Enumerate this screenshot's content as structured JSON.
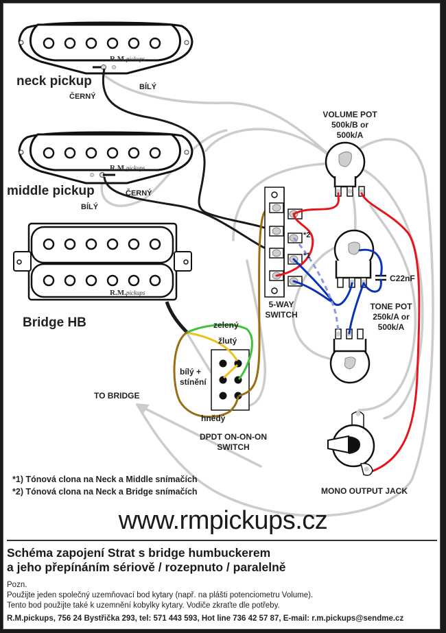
{
  "colors": {
    "hot": "#e8141c",
    "tone": "#0a33b8",
    "tone_dashed": "#8c95e6",
    "ground": "#cccccc",
    "pickup_lead": "#1a1a1a",
    "brown": "#9a6e12",
    "green": "#3dc23a",
    "yellow": "#f0c01a",
    "lug": "#cfcfcf"
  },
  "pickups": {
    "neck": {
      "label": "neck pickup",
      "brand": "R.M.",
      "brand_script": "pickups",
      "wire_black": "ČERNÝ",
      "wire_white": "BÍLÝ"
    },
    "middle": {
      "label": "middle pickup",
      "brand": "R.M.",
      "brand_script": "pickups",
      "wire_black": "ČERNÝ",
      "wire_white": "BÍLÝ"
    },
    "bridge": {
      "label": "Bridge HB",
      "brand": "R.M.",
      "brand_script": "pickups"
    }
  },
  "components": {
    "volume_pot": {
      "title": "VOLUME POT",
      "line2": "500k/B or",
      "line3": "500k/A"
    },
    "tone_pot": {
      "title": "TONE POT",
      "line2": "250k/A or",
      "line3": "500k/A"
    },
    "capacitor": "C22nF",
    "five_way": {
      "line1": "5-WAY",
      "line2": "SWITCH",
      "mark1": "*1",
      "mark2": "*2"
    },
    "dpdt": {
      "line1": "DPDT ON-ON-ON",
      "line2": "SWITCH"
    },
    "jack": "MONO OUTPUT JACK",
    "to_bridge": "TO BRIDGE"
  },
  "hb_wires": {
    "green": "zelený",
    "yellow": "žlutý",
    "white_shield_1": "bílý +",
    "white_shield_2": "stínění",
    "brown": "hnědý"
  },
  "notes": [
    "*1) Tónová clona na Neck a Middle snímačích",
    "*2) Tónová clona na Neck a Bridge snímačích"
  ],
  "website": "www.rmpickups.cz",
  "footer": {
    "title_line1": "Schéma zapojení Strat s bridge humbuckerem",
    "title_line2": "a jeho přepínáním sériově / rozepnuto / paralelně",
    "note_heading": "Pozn.",
    "note_line1": "Použijte jeden společný uzemňovací bod kytary (např. na plášti potenciometru Volume).",
    "note_line2": "Tento bod použijte také k uzemnění kobylky kytary. Vodiče  zkraťte dle potřeby.",
    "contact": "R.M.pickups, 756 24 Bystřička 293, tel: 571 443 593, Hot line 736 42 57 87, E-mail: r.m.pickups@sendme.cz"
  }
}
